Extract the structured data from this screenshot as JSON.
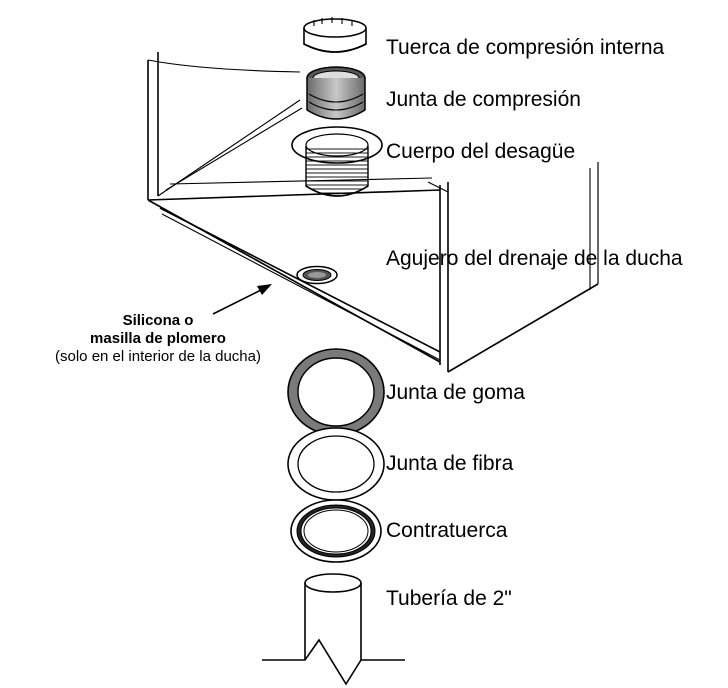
{
  "labels": {
    "tuerca": "Tuerca de compresión interna",
    "junta_compresion": "Junta de compresión",
    "cuerpo": "Cuerpo del desagüe",
    "agujero": "Agujero del drenaje de la ducha",
    "junta_goma": "Junta de goma",
    "junta_fibra": "Junta de fibra",
    "contratuerca": "Contratuerca",
    "tuberia": "Tubería de 2\""
  },
  "note": {
    "line1": "Silicona o",
    "line2": "masilla de plomero",
    "line3": "(solo en el interior de la ducha)"
  }
}
